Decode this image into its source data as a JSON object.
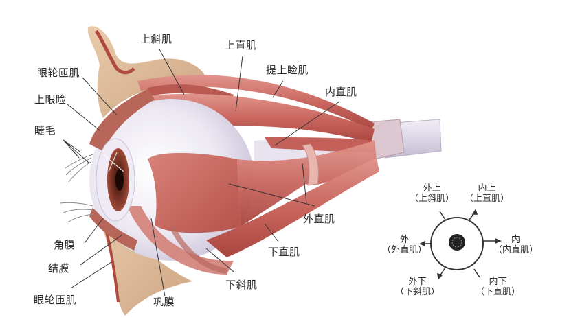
{
  "diagram": {
    "title": "",
    "subject": "extraocular muscles of the eye (lateral view)",
    "colors": {
      "muscle": "#c9665f",
      "muscle_dark": "#a8463f",
      "muscle_light": "#e39a92",
      "sclera": "#ece8f2",
      "sclera_shade": "#c9c2d8",
      "fat": "#d9b48e",
      "iris": "#8a3a2a",
      "leader_line": "#333333",
      "text": "#2a2a2a"
    },
    "labels": {
      "superior_oblique": "上斜肌",
      "superior_rectus": "上直肌",
      "levator": "提上睑肌",
      "medial_rectus": "内直肌",
      "orbicularis_upper": "眼轮匝肌",
      "upper_eyelid": "上眼睑",
      "eyelashes": "睫毛",
      "lateral_rectus": "外直肌",
      "inferior_rectus": "下直肌",
      "cornea": "角膜",
      "conjunctiva": "结膜",
      "orbicularis_lower": "眼轮匝肌",
      "inferior_oblique": "下斜肌",
      "sclera": "巩膜"
    },
    "direction_chart": {
      "up_out": {
        "dir": "外上",
        "muscle": "（上斜肌）"
      },
      "up_in": {
        "dir": "内上",
        "muscle": "（上直肌）"
      },
      "out": {
        "dir": "外",
        "muscle": "（外直肌）"
      },
      "in": {
        "dir": "内",
        "muscle": "（内直肌）"
      },
      "down_out": {
        "dir": "外下",
        "muscle": "（下斜肌）"
      },
      "down_in": {
        "dir": "内下",
        "muscle": "（下直肌）"
      }
    }
  }
}
